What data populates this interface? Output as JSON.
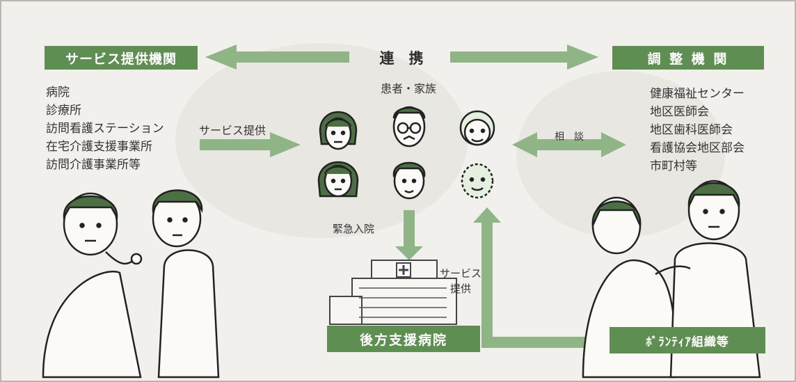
{
  "colors": {
    "accent": "#5f8e52",
    "arrow": "#8fb587",
    "background": "#f1f0ec"
  },
  "left_panel": {
    "header": "サービス提供機関",
    "items": [
      "病院",
      "診療所",
      "訪問看護ステーション",
      "在宅介護支援事業所",
      "訪問介護事業所等"
    ]
  },
  "right_panel": {
    "header": "調 整 機 関",
    "items": [
      "健康福祉センター",
      "地区医師会",
      "地区歯科医師会",
      "看護協会地区部会",
      "市町村等"
    ]
  },
  "top_link": {
    "label": "連　携"
  },
  "center": {
    "title": "患者・家族"
  },
  "arrows": {
    "service_provision": "サービス提供",
    "consultation": "相　談",
    "emergency_admission": "緊急入院",
    "service_line1": "サービス",
    "service_line2": "提供"
  },
  "bottom": {
    "hospital": "後方支援病院",
    "volunteer": "ﾎﾞﾗﾝﾃｨｱ組織等"
  },
  "icons": [
    "hospital-icon",
    "family-face-icon",
    "doctor-patient-illustration"
  ]
}
